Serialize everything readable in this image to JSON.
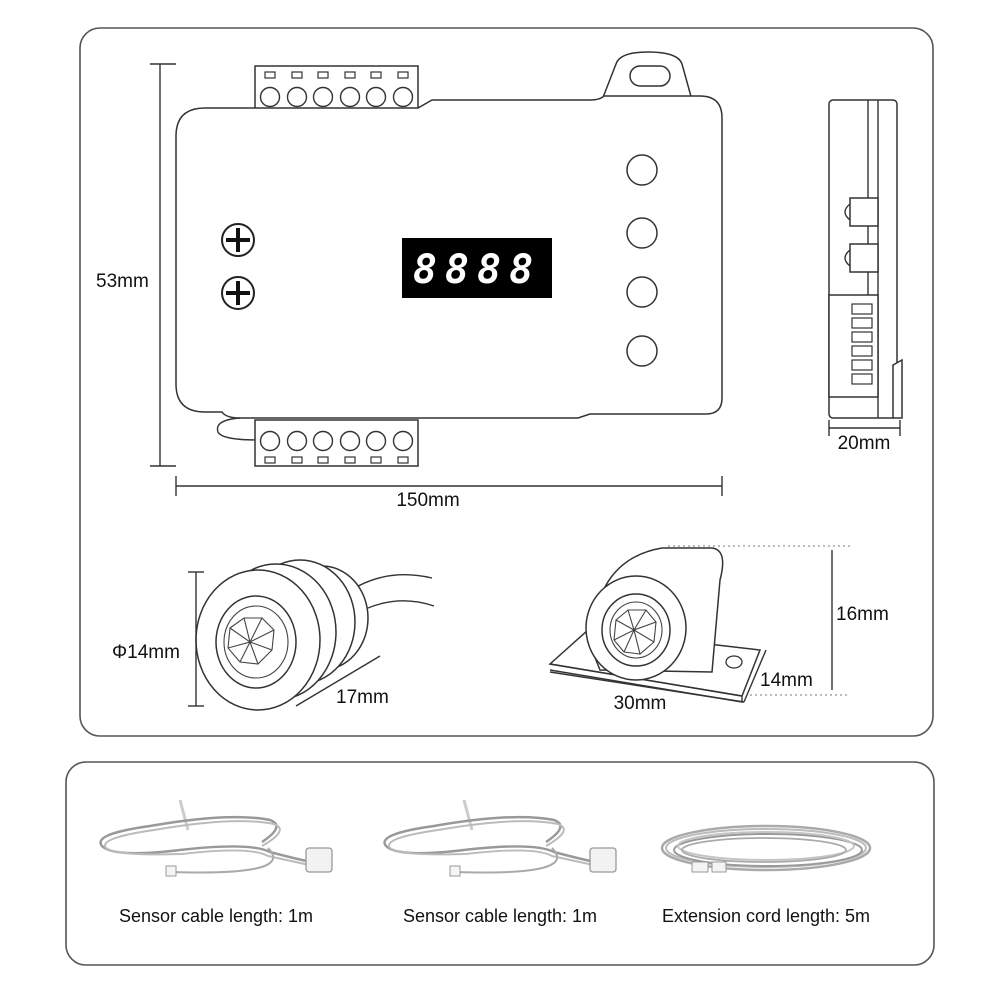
{
  "dimensions": {
    "height": "53mm",
    "width": "150mm",
    "depth": "20mm",
    "sensor_round_diameter": "Φ14mm",
    "sensor_round_length": "17mm",
    "sensor_mount_height": "16mm",
    "sensor_mount_depth": "14mm",
    "sensor_mount_width": "30mm"
  },
  "display": {
    "digits": "8888"
  },
  "cables": [
    {
      "caption": "Sensor cable length: 1m"
    },
    {
      "caption": "Sensor cable length: 1m"
    },
    {
      "caption": "Extension cord length: 5m"
    }
  ],
  "icons": {
    "screw": "plus-screw-icon",
    "button": "circle-button-icon"
  },
  "colors": {
    "outline": "#333333",
    "display_bg": "#000000",
    "display_digits": "#ffffff",
    "frame": "#555555"
  }
}
